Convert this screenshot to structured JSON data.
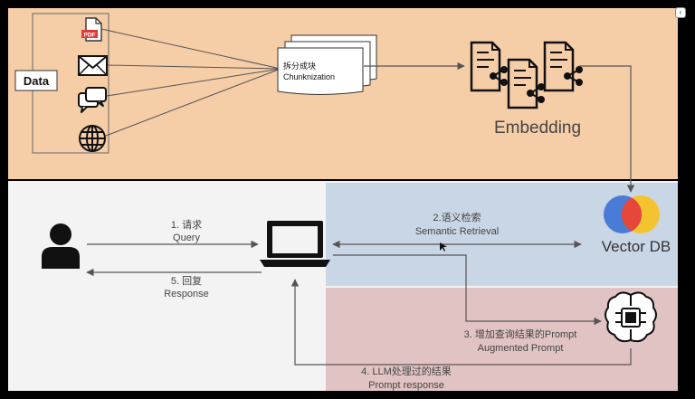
{
  "colors": {
    "top_bg": "#f5cda7",
    "bottom_bg": "#f3f3f3",
    "retrieval_bg": "#c9d6e6",
    "llm_bg": "#e2c3c3",
    "arrow": "#555555",
    "ink": "#111111"
  },
  "data_panel": {
    "label": "Data",
    "pdf_badge": "PDF",
    "icons": [
      "pdf-icon",
      "mail-icon",
      "chat-icon",
      "globe-icon"
    ]
  },
  "chunk": {
    "line1": "拆分成块",
    "line2": "Chunknization"
  },
  "embedding": {
    "label": "Embedding",
    "icon": "document-share-icon"
  },
  "vector_db": {
    "label": "Vector DB",
    "icon": "venn-logo-icon"
  },
  "steps": {
    "query": {
      "cn": "1. 请求",
      "en": "Query"
    },
    "response": {
      "cn": "5. 回复",
      "en": "Response"
    },
    "retrieval": {
      "cn": "2.语义检索",
      "en": "Semantic Retrieval"
    },
    "augmented": {
      "cn": "3. 增加查询结果的Prompt",
      "en": "Augmented Prompt"
    },
    "llm": {
      "cn": "4. LLM处理过的结果",
      "en": "Prompt response"
    }
  },
  "nodes": {
    "user": "user-icon",
    "laptop": "laptop-icon",
    "brain": "ai-brain-icon"
  },
  "window": {
    "button_glyph": "‹"
  }
}
